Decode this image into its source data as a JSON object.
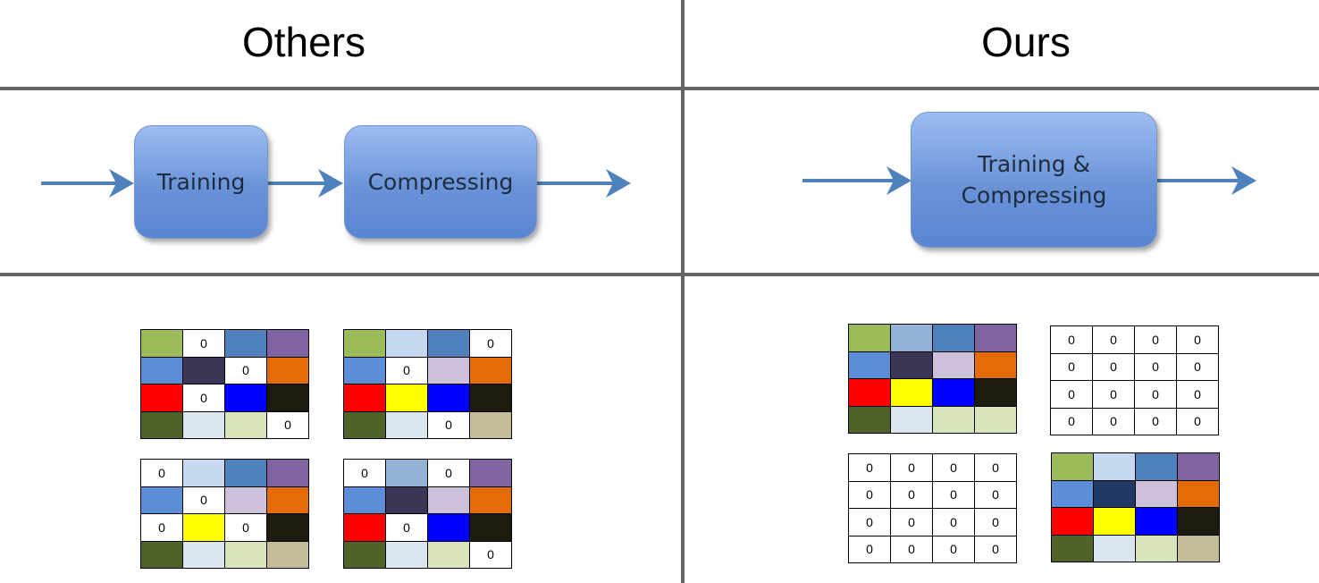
{
  "headers": {
    "left": "Others",
    "right": "Ours"
  },
  "pipeline": {
    "others": {
      "step1": "Training",
      "step2": "Compressing"
    },
    "ours": {
      "step_line1": "Training &",
      "step_line2": "Compressing"
    }
  },
  "colors": {
    "G": "#9bbb59",
    "LB": "#c6d9f0",
    "SB": "#4f81bd",
    "PU": "#8064a2",
    "MB": "#5b8ed6",
    "DP": "#3d3555",
    "LL": "#ccc0da",
    "OR": "#e36c09",
    "RD": "#ff0000",
    "YL": "#ffff00",
    "BL": "#0000ff",
    "BK": "#1d1b10",
    "OL": "#4f6228",
    "PB": "#dce6f1",
    "PG": "#d8e4bc",
    "KH": "#c4bd97",
    "GB": "#95b3d7",
    "NV": "#1f3864",
    "LG": "#d8e4bc",
    "W": "#ffffff"
  },
  "matrices": {
    "others_1": [
      [
        "G",
        "0",
        "SB",
        "PU"
      ],
      [
        "MB",
        "DP",
        "0",
        "OR"
      ],
      [
        "RD",
        "0",
        "BL",
        "BK"
      ],
      [
        "OL",
        "PB",
        "PG",
        "0"
      ]
    ],
    "others_2": [
      [
        "G",
        "LB",
        "SB",
        "0"
      ],
      [
        "MB",
        "0",
        "LL",
        "OR"
      ],
      [
        "RD",
        "YL",
        "BL",
        "BK"
      ],
      [
        "OL",
        "PB",
        "0",
        "KH"
      ]
    ],
    "others_3": [
      [
        "0",
        "LB",
        "SB",
        "PU"
      ],
      [
        "MB",
        "0",
        "LL",
        "OR"
      ],
      [
        "0",
        "YL",
        "0",
        "BK"
      ],
      [
        "OL",
        "PB",
        "PG",
        "KH"
      ]
    ],
    "others_4": [
      [
        "0",
        "GB",
        "0",
        "PU"
      ],
      [
        "MB",
        "DP",
        "LL",
        "OR"
      ],
      [
        "RD",
        "0",
        "BL",
        "BK"
      ],
      [
        "OL",
        "PB",
        "PG",
        "0"
      ]
    ],
    "ours_1": [
      [
        "G",
        "GB",
        "SB",
        "PU"
      ],
      [
        "MB",
        "DP",
        "LL",
        "OR"
      ],
      [
        "RD",
        "YL",
        "BL",
        "BK"
      ],
      [
        "OL",
        "PB",
        "PG",
        "PG"
      ]
    ],
    "ours_2": [
      [
        "0",
        "0",
        "0",
        "0"
      ],
      [
        "0",
        "0",
        "0",
        "0"
      ],
      [
        "0",
        "0",
        "0",
        "0"
      ],
      [
        "0",
        "0",
        "0",
        "0"
      ]
    ],
    "ours_3": [
      [
        "0",
        "0",
        "0",
        "0"
      ],
      [
        "0",
        "0",
        "0",
        "0"
      ],
      [
        "0",
        "0",
        "0",
        "0"
      ],
      [
        "0",
        "0",
        "0",
        "0"
      ]
    ],
    "ours_4": [
      [
        "G",
        "LB",
        "SB",
        "PU"
      ],
      [
        "MB",
        "NV",
        "LL",
        "OR"
      ],
      [
        "RD",
        "YL",
        "BL",
        "BK"
      ],
      [
        "OL",
        "PB",
        "LG",
        "KH"
      ]
    ]
  }
}
